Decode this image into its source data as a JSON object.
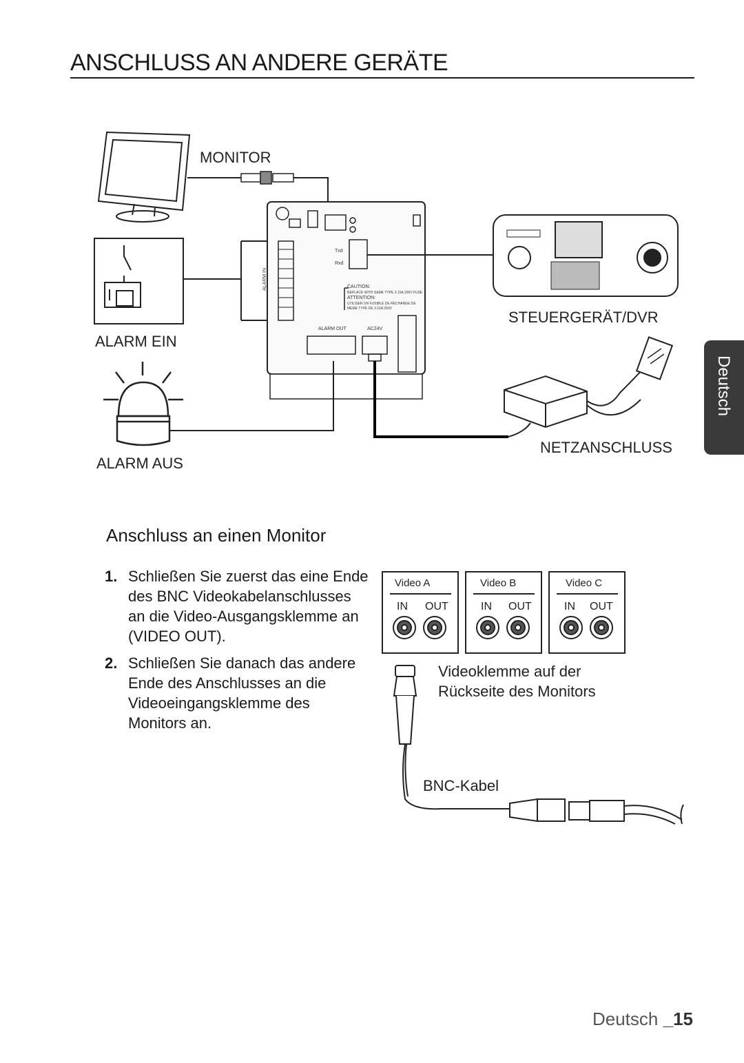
{
  "page": {
    "title": "ANSCHLUSS AN ANDERE GERÄTE",
    "side_tab": "Deutsch",
    "footer_lang": "Deutsch",
    "footer_page": "_15"
  },
  "diagram": {
    "monitor_label": "MONITOR",
    "controller_label": "STEUERGERÄT/DVR",
    "alarm_in_label": "ALARM EIN",
    "alarm_out_label": "ALARM AUS",
    "power_label": "NETZANSCHLUSS"
  },
  "section": {
    "heading": "Anschluss an einen Monitor",
    "steps": [
      {
        "num": "1.",
        "text": "Schließen Sie zuerst das eine Ende des BNC Videokabelanschlusses an die Video-Ausgangsklemme an (VIDEO OUT)."
      },
      {
        "num": "2.",
        "text": "Schließen Sie danach das andere Ende des Anschlusses an die Videoeingangsklemme des Monitors an."
      }
    ]
  },
  "video_panels": {
    "panels": [
      {
        "name": "Video A",
        "in": "IN",
        "out": "OUT"
      },
      {
        "name": "Video B",
        "in": "IN",
        "out": "OUT"
      },
      {
        "name": "Video C",
        "in": "IN",
        "out": "OUT"
      }
    ],
    "caption_line1": "Videoklemme auf der",
    "caption_line2": "Rückseite des Monitors",
    "cable_label": "BNC-Kabel"
  }
}
